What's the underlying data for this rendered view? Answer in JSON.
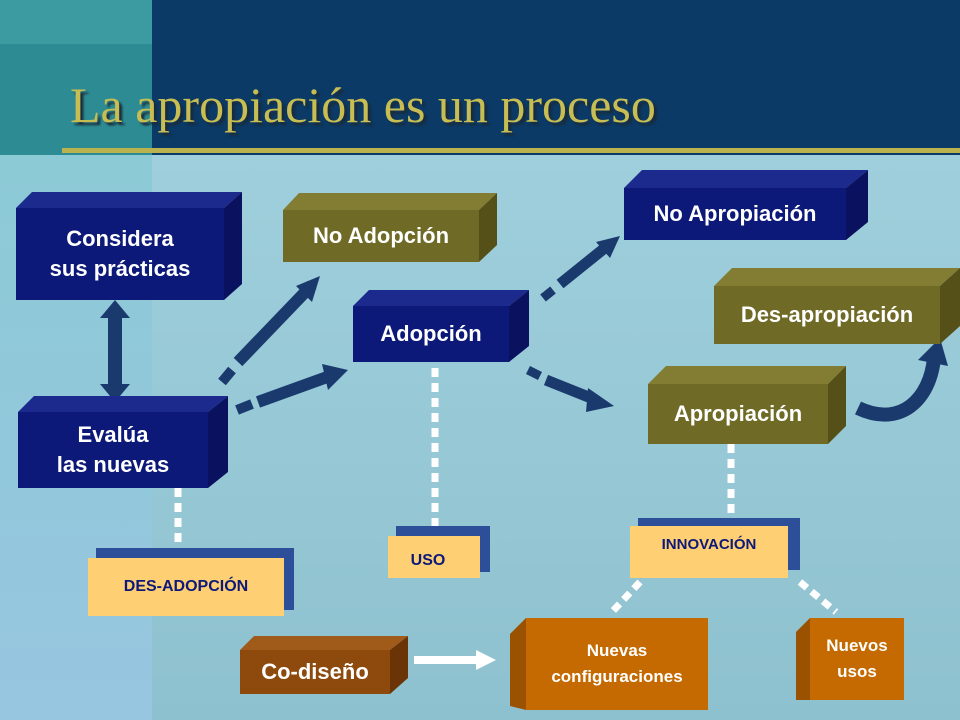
{
  "title": "La apropiación es un proceso",
  "boxes": {
    "considera": "Considera\nsus prácticas",
    "evalua": "Evalúa\nlas nuevas",
    "no_adopcion": "No Adopción",
    "adopcion": "Adopción",
    "no_apropiacion": "No Apropiación",
    "des_apropiacion": "Des-apropiación",
    "apropiacion": "Apropiación",
    "des_adopcion": "DES-ADOPCIÓN",
    "uso": "USO",
    "innovacion": "INNOVACIÓN",
    "co_diseno": "Co-diseño",
    "nuevas_configuraciones": "Nuevas\nconfiguraciones",
    "nuevos_usos": "Nuevos\nusos"
  },
  "colors": {
    "navy_box": "#0c1978",
    "olive_box": "#6f6a25",
    "label_box": "#ffcf73",
    "orange_box": "#c46a00",
    "title": "#c7bd52"
  }
}
